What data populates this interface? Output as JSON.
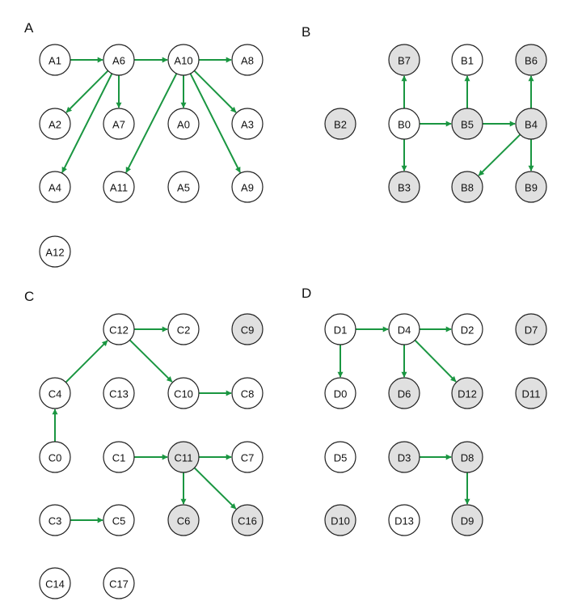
{
  "colors": {
    "edge": "#1a9641",
    "filled": "#e0e0e0",
    "empty": "#ffffff",
    "stroke": "#222222"
  },
  "panels": [
    {
      "label": "A",
      "nodes": [
        {
          "id": "A1",
          "filled": false
        },
        {
          "id": "A6",
          "filled": false
        },
        {
          "id": "A10",
          "filled": false
        },
        {
          "id": "A8",
          "filled": false
        },
        {
          "id": "A2",
          "filled": false
        },
        {
          "id": "A7",
          "filled": false
        },
        {
          "id": "A0",
          "filled": false
        },
        {
          "id": "A3",
          "filled": false
        },
        {
          "id": "A4",
          "filled": false
        },
        {
          "id": "A11",
          "filled": false
        },
        {
          "id": "A5",
          "filled": false
        },
        {
          "id": "A9",
          "filled": false
        },
        {
          "id": "A12",
          "filled": false
        }
      ],
      "edges": [
        [
          "A1",
          "A6"
        ],
        [
          "A6",
          "A10"
        ],
        [
          "A10",
          "A8"
        ],
        [
          "A6",
          "A2"
        ],
        [
          "A6",
          "A7"
        ],
        [
          "A6",
          "A4"
        ],
        [
          "A10",
          "A0"
        ],
        [
          "A10",
          "A3"
        ],
        [
          "A10",
          "A11"
        ],
        [
          "A10",
          "A9"
        ]
      ]
    },
    {
      "label": "B",
      "nodes": [
        {
          "id": "B7",
          "filled": true
        },
        {
          "id": "B1",
          "filled": false
        },
        {
          "id": "B6",
          "filled": true
        },
        {
          "id": "B2",
          "filled": true
        },
        {
          "id": "B0",
          "filled": false
        },
        {
          "id": "B5",
          "filled": true
        },
        {
          "id": "B4",
          "filled": true
        },
        {
          "id": "B3",
          "filled": true
        },
        {
          "id": "B8",
          "filled": true
        },
        {
          "id": "B9",
          "filled": true
        }
      ],
      "edges": [
        [
          "B0",
          "B7"
        ],
        [
          "B0",
          "B5"
        ],
        [
          "B0",
          "B3"
        ],
        [
          "B5",
          "B1"
        ],
        [
          "B5",
          "B4"
        ],
        [
          "B4",
          "B6"
        ],
        [
          "B4",
          "B8"
        ],
        [
          "B4",
          "B9"
        ]
      ]
    },
    {
      "label": "C",
      "nodes": [
        {
          "id": "C12",
          "filled": false
        },
        {
          "id": "C2",
          "filled": false
        },
        {
          "id": "C9",
          "filled": true
        },
        {
          "id": "C4",
          "filled": false
        },
        {
          "id": "C13",
          "filled": false
        },
        {
          "id": "C10",
          "filled": false
        },
        {
          "id": "C8",
          "filled": false
        },
        {
          "id": "C0",
          "filled": false
        },
        {
          "id": "C1",
          "filled": false
        },
        {
          "id": "C11",
          "filled": true
        },
        {
          "id": "C7",
          "filled": false
        },
        {
          "id": "C3",
          "filled": false
        },
        {
          "id": "C5",
          "filled": false
        },
        {
          "id": "C6",
          "filled": true
        },
        {
          "id": "C16",
          "filled": true
        },
        {
          "id": "C14",
          "filled": false
        },
        {
          "id": "C17",
          "filled": false
        }
      ],
      "edges": [
        [
          "C4",
          "C12"
        ],
        [
          "C12",
          "C2"
        ],
        [
          "C12",
          "C10"
        ],
        [
          "C10",
          "C8"
        ],
        [
          "C0",
          "C4"
        ],
        [
          "C1",
          "C11"
        ],
        [
          "C11",
          "C7"
        ],
        [
          "C11",
          "C6"
        ],
        [
          "C11",
          "C16"
        ],
        [
          "C3",
          "C5"
        ]
      ]
    },
    {
      "label": "D",
      "nodes": [
        {
          "id": "D1",
          "filled": false
        },
        {
          "id": "D4",
          "filled": false
        },
        {
          "id": "D2",
          "filled": false
        },
        {
          "id": "D7",
          "filled": true
        },
        {
          "id": "D0",
          "filled": false
        },
        {
          "id": "D6",
          "filled": true
        },
        {
          "id": "D12",
          "filled": true
        },
        {
          "id": "D11",
          "filled": true
        },
        {
          "id": "D5",
          "filled": false
        },
        {
          "id": "D3",
          "filled": true
        },
        {
          "id": "D8",
          "filled": true
        },
        {
          "id": "D10",
          "filled": true
        },
        {
          "id": "D13",
          "filled": false
        },
        {
          "id": "D9",
          "filled": true
        }
      ],
      "edges": [
        [
          "D1",
          "D4"
        ],
        [
          "D4",
          "D2"
        ],
        [
          "D1",
          "D0"
        ],
        [
          "D4",
          "D6"
        ],
        [
          "D4",
          "D12"
        ],
        [
          "D3",
          "D8"
        ],
        [
          "D8",
          "D9"
        ]
      ]
    }
  ]
}
